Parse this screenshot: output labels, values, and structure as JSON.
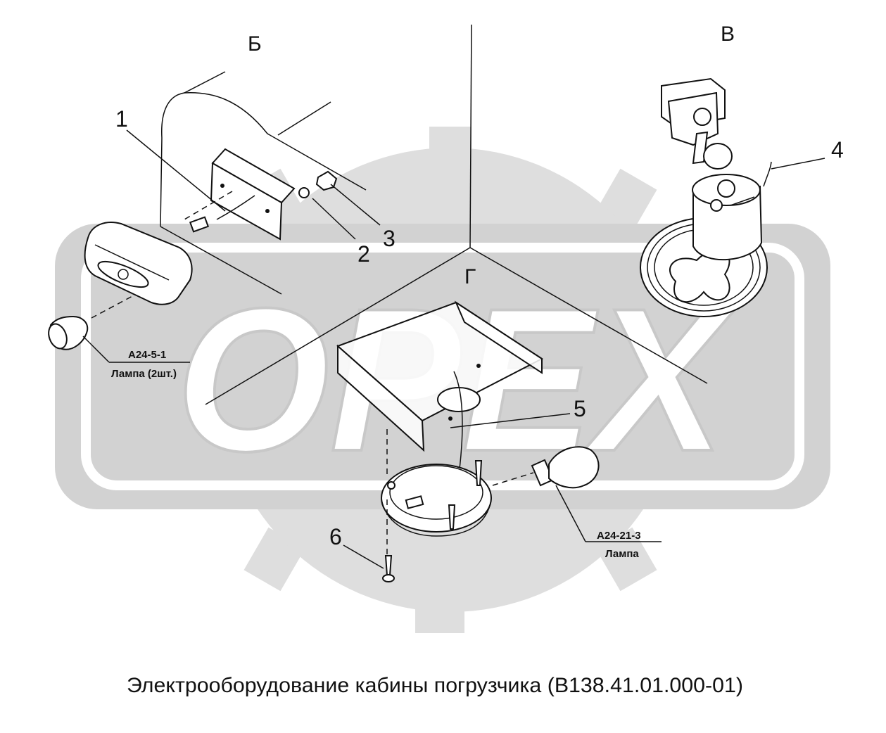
{
  "watermark": {
    "text": "OPEX"
  },
  "views": {
    "b": "Б",
    "v": "В",
    "g": "Г"
  },
  "callouts": [
    "1",
    "2",
    "3",
    "4",
    "5",
    "6"
  ],
  "refs": [
    {
      "code": "А24-5-1",
      "name": "Лампа (2шт.)"
    },
    {
      "code": "А24-21-3",
      "name": "Лампа"
    }
  ],
  "caption": "Электрооборудование кабины погрузчика (В138.41.01.000-01)"
}
